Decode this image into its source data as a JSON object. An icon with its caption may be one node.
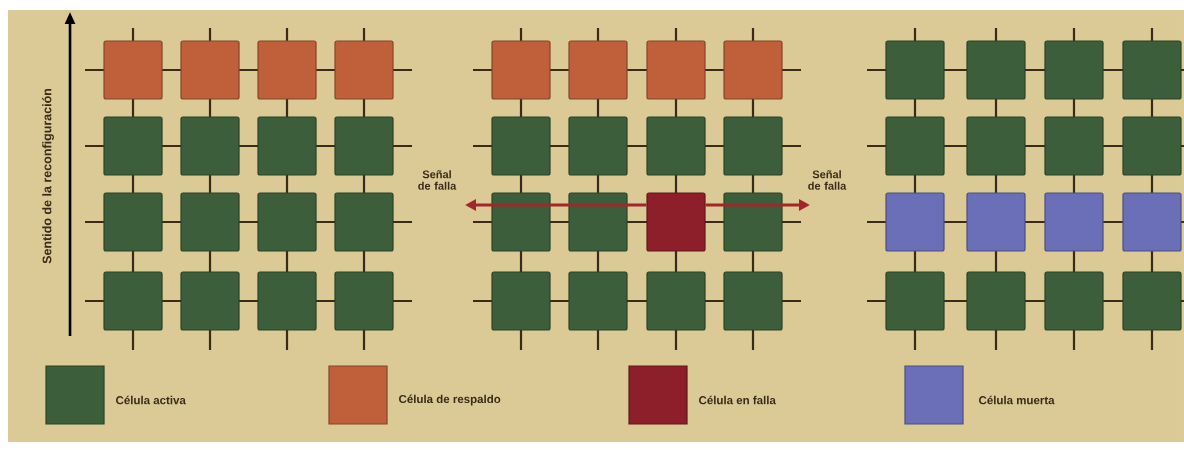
{
  "diagram": {
    "nodes": [
      {
        "text": [],
        "shape": "box"
      },
      {
        "text": [],
        "shape": "box"
      },
      {
        "text": [],
        "shape": "box"
      },
      {
        "text": [],
        "shape": "box"
      },
      {
        "text": [],
        "shape": "box"
      },
      {
        "text": [],
        "shape": "box"
      },
      {
        "text": [],
        "shape": "box"
      },
      {
        "text": [],
        "shape": "box"
      },
      {
        "text": [],
        "shape": "box"
      },
      {
        "text": [],
        "shape": "box"
      },
      {
        "text": [],
        "shape": "box"
      },
      {
        "text": [],
        "shape": "box"
      },
      {
        "text": [],
        "shape": "box"
      },
      {
        "text": [],
        "shape": "box"
      },
      {
        "text": [],
        "shape": "box"
      },
      {
        "text": [],
        "shape": "box"
      },
      {
        "text": [],
        "shape": "box"
      },
      {
        "text": [],
        "shape": "box"
      },
      {
        "text": [],
        "shape": "box"
      },
      {
        "text": [],
        "shape": "box"
      },
      {
        "text": [],
        "shape": "box"
      },
      {
        "text": [],
        "shape": "box"
      },
      {
        "text": [],
        "shape": "box"
      },
      {
        "text": [],
        "shape": "box"
      },
      {
        "text": [],
        "shape": "box"
      },
      {
        "text": [],
        "shape": "box"
      },
      {
        "text": [],
        "shape": "box"
      },
      {
        "text": [],
        "shape": "box"
      },
      {
        "text": [],
        "shape": "box"
      },
      {
        "text": [],
        "shape": "box"
      },
      {
        "text": [],
        "shape": "box"
      },
      {
        "text": [],
        "shape": "box"
      },
      {
        "text": [],
        "shape": "box"
      },
      {
        "text": [],
        "shape": "box"
      },
      {
        "text": [],
        "shape": "box"
      },
      {
        "text": [],
        "shape": "box"
      },
      {
        "text": [],
        "shape": "box"
      },
      {
        "text": [],
        "shape": "box"
      },
      {
        "text": [],
        "shape": "box"
      },
      {
        "text": [],
        "shape": "box"
      },
      {
        "text": [],
        "shape": "box"
      },
      {
        "text": [],
        "shape": "box"
      },
      {
        "text": [],
        "shape": "box"
      },
      {
        "text": [],
        "shape": "box"
      },
      {
        "text": [],
        "shape": "box"
      },
      {
        "text": [],
        "shape": "box"
      },
      {
        "text": [],
        "shape": "box"
      },
      {
        "text": [],
        "shape": "box"
      }
    ],
    "edges": [
      {
        "from": 26,
        "to": null,
        "arrow": "to",
        "label": "Señal de falla"
      },
      {
        "from": 26,
        "to": null,
        "arrow": "to",
        "label": "Señal de falla"
      }
    ],
    "labels": [
      "Sentido de la reconfiguración"
    ],
    "legend": [
      {
        "text": "Célula activa",
        "color": "#3d5e3a"
      },
      {
        "text": "Célula de respaldo",
        "color": "#c0603a"
      },
      {
        "text": "Célula en falla",
        "color": "#8c1f2a"
      },
      {
        "text": "Célula muerta",
        "color": "#6b6fb8"
      }
    ]
  }
}
